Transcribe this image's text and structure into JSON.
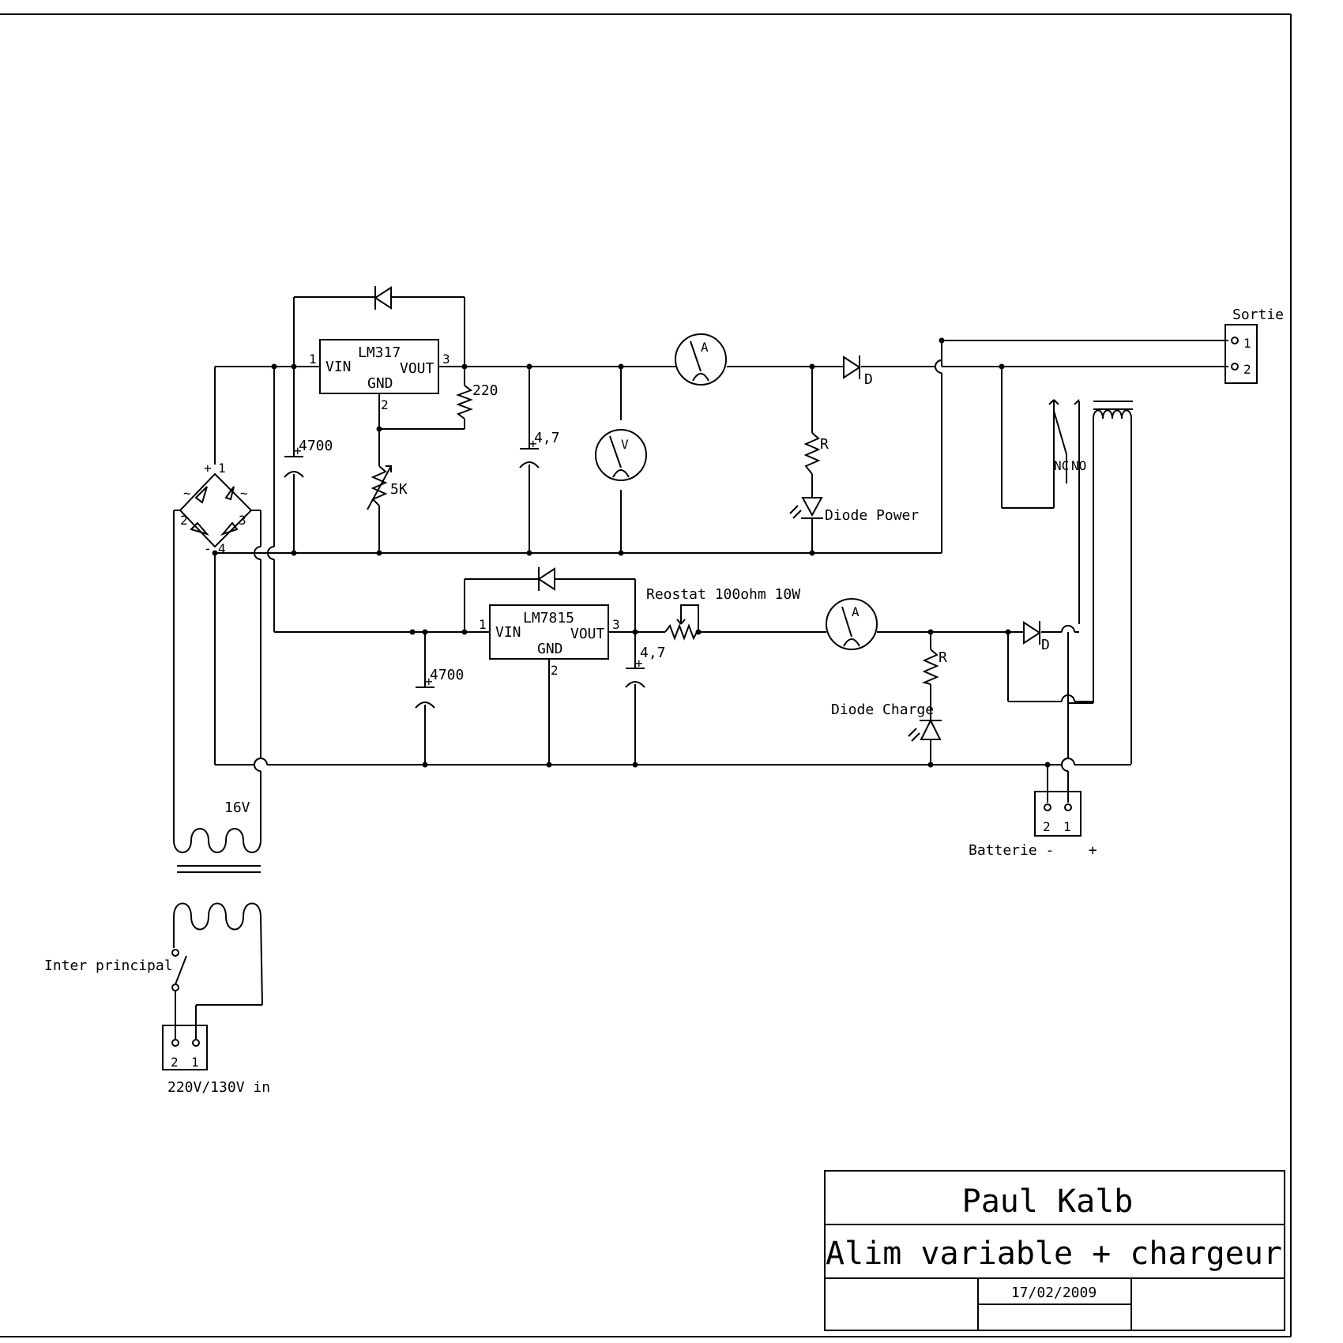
{
  "regulator_upper": {
    "name": "LM317",
    "vin": "VIN",
    "vout": "VOUT",
    "gnd": "GND",
    "pin1": "1",
    "pin2": "2",
    "pin3": "3"
  },
  "regulator_lower": {
    "name": "LM7815",
    "vin": "VIN",
    "vout": "VOUT",
    "gnd": "GND",
    "pin1": "1",
    "pin2": "2",
    "pin3": "3"
  },
  "components": {
    "r_220": "220",
    "c_4700_upper": "4700",
    "c_4700_lower": "4700",
    "c_47_upper": "4,7",
    "c_47_lower": "4,7",
    "pot_5k": "5K",
    "ammeter_upper": "A",
    "ammeter_lower": "A",
    "voltmeter": "V",
    "diode_d_upper": "D",
    "diode_d_lower": "D",
    "res_r_upper": "R",
    "res_r_lower": "R",
    "led_power": "Diode Power",
    "led_charge": "Diode Charge",
    "rheostat": "Reostat 100ohm 10W",
    "transformer_secondary": "16V",
    "main_switch": "Inter principal",
    "relay_nc": "NC",
    "relay_no": "NO"
  },
  "bridge": {
    "plus": "+",
    "minus": "-",
    "ac1": "~",
    "ac2": "~",
    "p1": "1",
    "p2": "2",
    "p3": "3",
    "p4": "4"
  },
  "connectors": {
    "output": {
      "title": "Sortie",
      "pin1": "1",
      "pin2": "2"
    },
    "battery": {
      "title": "Batterie -    +",
      "pin1": "1",
      "pin2": "2"
    },
    "mains": {
      "title": "220V/130V in",
      "pin1": "1",
      "pin2": "2"
    }
  },
  "title_block": {
    "author": "Paul Kalb",
    "title": "Alim variable + chargeur",
    "date": "17/02/2009"
  }
}
